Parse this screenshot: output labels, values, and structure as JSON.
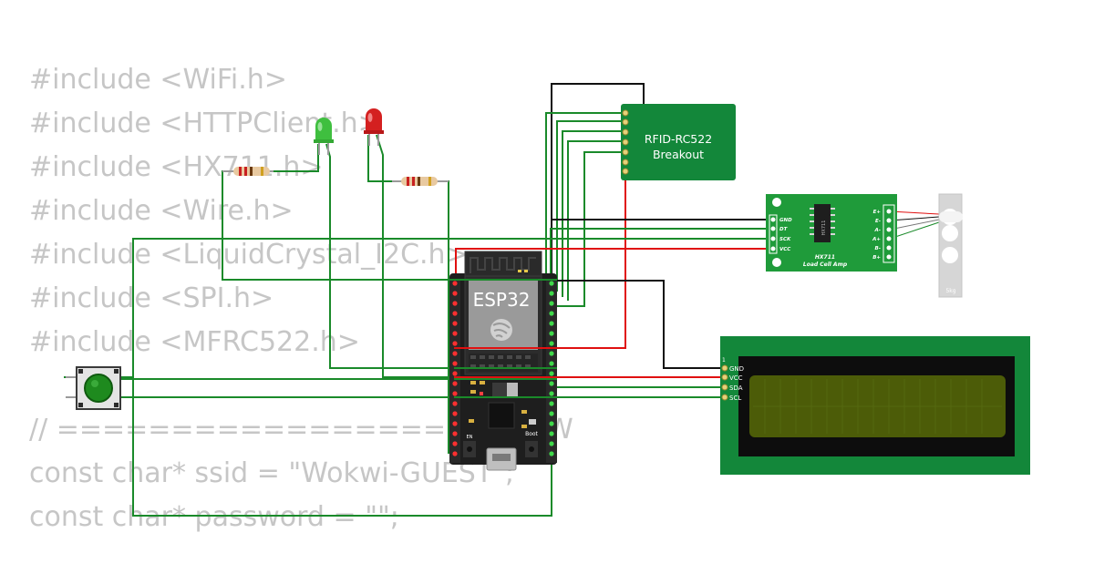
{
  "code": {
    "lines": [
      "#include <WiFi.h>",
      "#include <HTTPClient.h>",
      "#include <HX711.h>",
      "#include <Wire.h>",
      "#include <LiquidCrystal_I2C.h>",
      "#include <SPI.h>",
      "#include <MFRC522.h>",
      "",
      "// ===================== W",
      "const char* ssid = \"Wokwi-GUEST\";",
      "const char* password = \"\";"
    ]
  },
  "esp32": {
    "label": "ESP32",
    "boot_label": "Boot",
    "en_label": "EN"
  },
  "rfid": {
    "line1": "RFID-RC522",
    "line2": "Breakout"
  },
  "hx711": {
    "chip": "HX711",
    "caption": "HX711",
    "subcaption": "Load Cell Amp",
    "left_pins": [
      "GND",
      "DT",
      "SCK",
      "VCC"
    ],
    "right_pins": [
      "E+",
      "E-",
      "A-",
      "A+",
      "B-",
      "B+"
    ]
  },
  "loadcell": {
    "label": "5kg"
  },
  "lcd": {
    "pin1": "1",
    "pins": [
      "GND",
      "VCC",
      "SDA",
      "SCL"
    ]
  },
  "colors": {
    "wire_green": "#1a8a2a",
    "wire_red": "#e01010",
    "wire_black": "#111111",
    "board_green": "#13873a",
    "esp_black": "#1e1e1e",
    "lcd_screen": "#4c5c08",
    "led_green": "#3fbf3f",
    "led_red": "#d42020"
  }
}
